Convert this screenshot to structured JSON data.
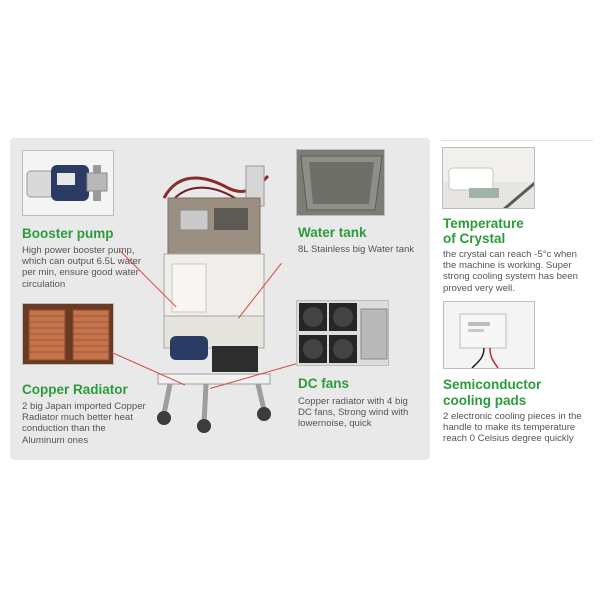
{
  "features": {
    "booster": {
      "title": "Booster pump",
      "desc": "High power booster pump, which can output 6.5L water per min, ensure good water circulation"
    },
    "copper": {
      "title": "Copper Radiator",
      "desc": "2 big Japan imported Copper Radiator much better heat conduction than the Aluminum ones"
    },
    "tank": {
      "title": "Water tank",
      "desc": "8L Stainless big Water tank"
    },
    "fans": {
      "title": "DC fans",
      "desc": "Copper radiator with 4 big DC fans, Strong wind with lowernoise, quick"
    },
    "crystal": {
      "title_line1": "Temperature",
      "title_line2": "of Crystal",
      "desc": "the crystal can reach -5°c when the machine is working. Super strong cooling system has been proved very well."
    },
    "semi": {
      "title_line1": "Semiconductor",
      "title_line2": "cooling pads",
      "desc": "2 electronic cooling pieces in the handle to make its temperature reach 0 Celsius degree quickly"
    }
  }
}
